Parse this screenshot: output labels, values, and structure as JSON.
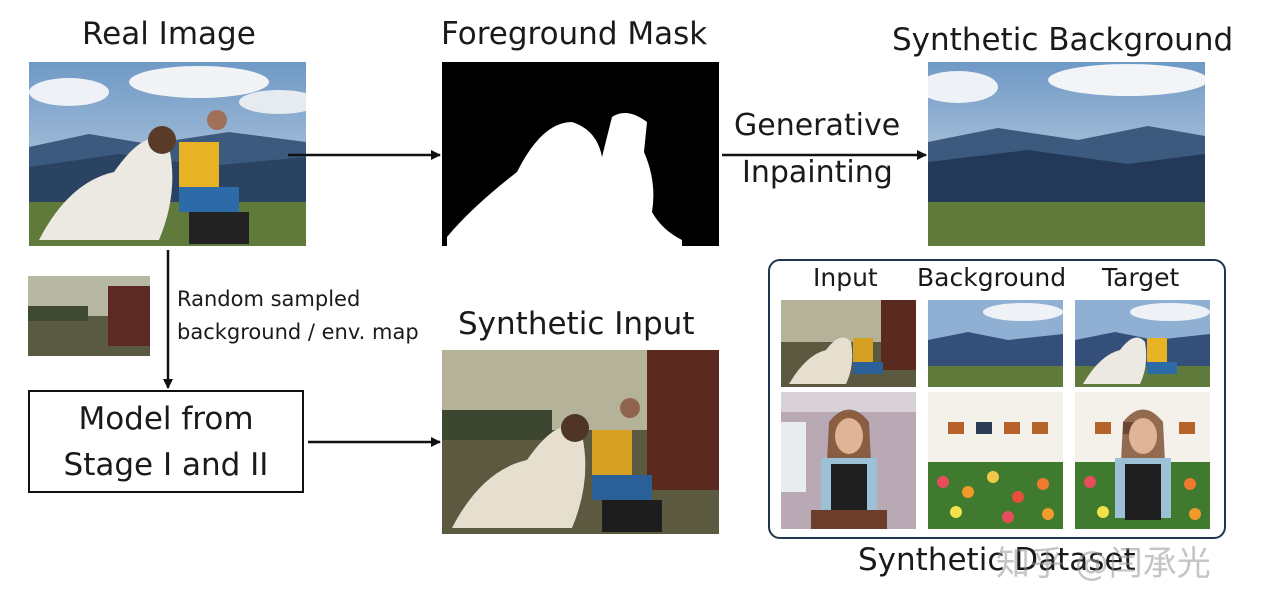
{
  "labels": {
    "real_image": "Real Image",
    "foreground_mask": "Foreground Mask",
    "synthetic_background": "Synthetic Background",
    "generative_line1": "Generative",
    "generative_line2": "Inpainting",
    "random_line1": "Random sampled",
    "random_line2": "background / env. map",
    "synthetic_input": "Synthetic Input",
    "model_line1": "Model from",
    "model_line2": "Stage I and II",
    "col_input": "Input",
    "col_background": "Background",
    "col_target": "Target",
    "synthetic_dataset": "Synthetic Dataset",
    "watermark": "知乎 @闫承光"
  },
  "colors": {
    "sky": "#7fa6cf",
    "cloud": "#e9eef3",
    "mountain": "#2f4b6d",
    "grass": "#5f7a3a",
    "mask_black": "#000000",
    "mask_white": "#ffffff",
    "panel_border": "#1f3550"
  }
}
